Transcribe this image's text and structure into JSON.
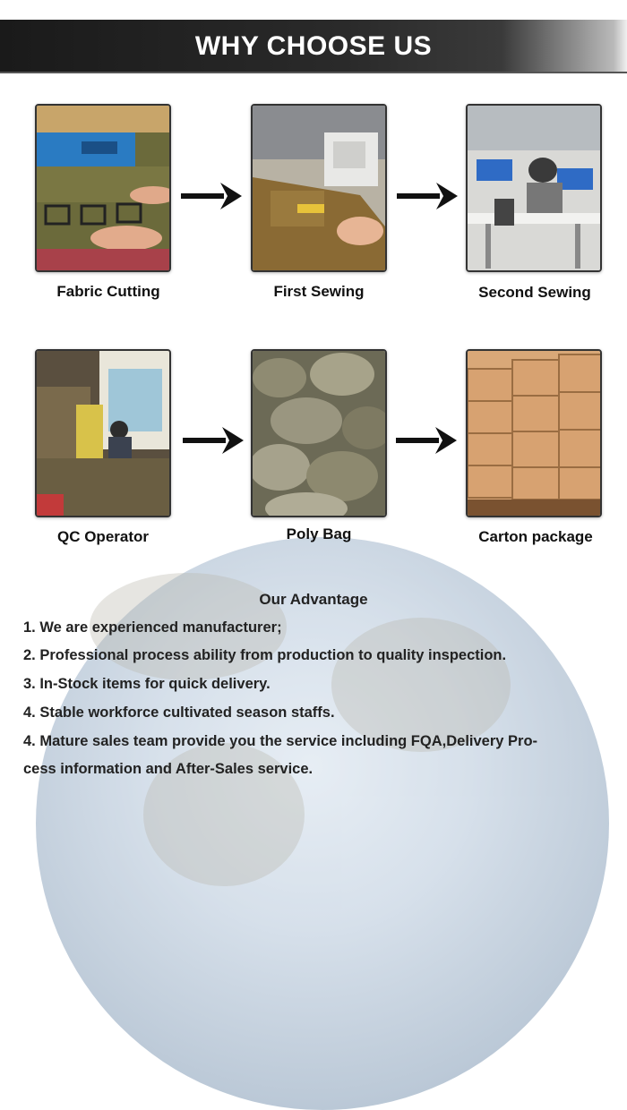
{
  "header": {
    "title": "WHY CHOOSE US"
  },
  "steps": [
    {
      "label": "Fabric Cutting"
    },
    {
      "label": "First Sewing"
    },
    {
      "label": "Second Sewing"
    },
    {
      "label": "QC Operator"
    },
    {
      "label": "Poly Bag"
    },
    {
      "label": "Carton package"
    }
  ],
  "advantage": {
    "title": "Our Advantage",
    "items": [
      "1. We are experienced manufacturer;",
      "2. Professional process ability from production to quality inspection.",
      "3. In-Stock items for quick delivery.",
      "4. Stable workforce cultivated season staffs.",
      "4. Mature sales team provide you the service including FQA,Delivery Pro-",
      "cess information and After-Sales service."
    ]
  }
}
